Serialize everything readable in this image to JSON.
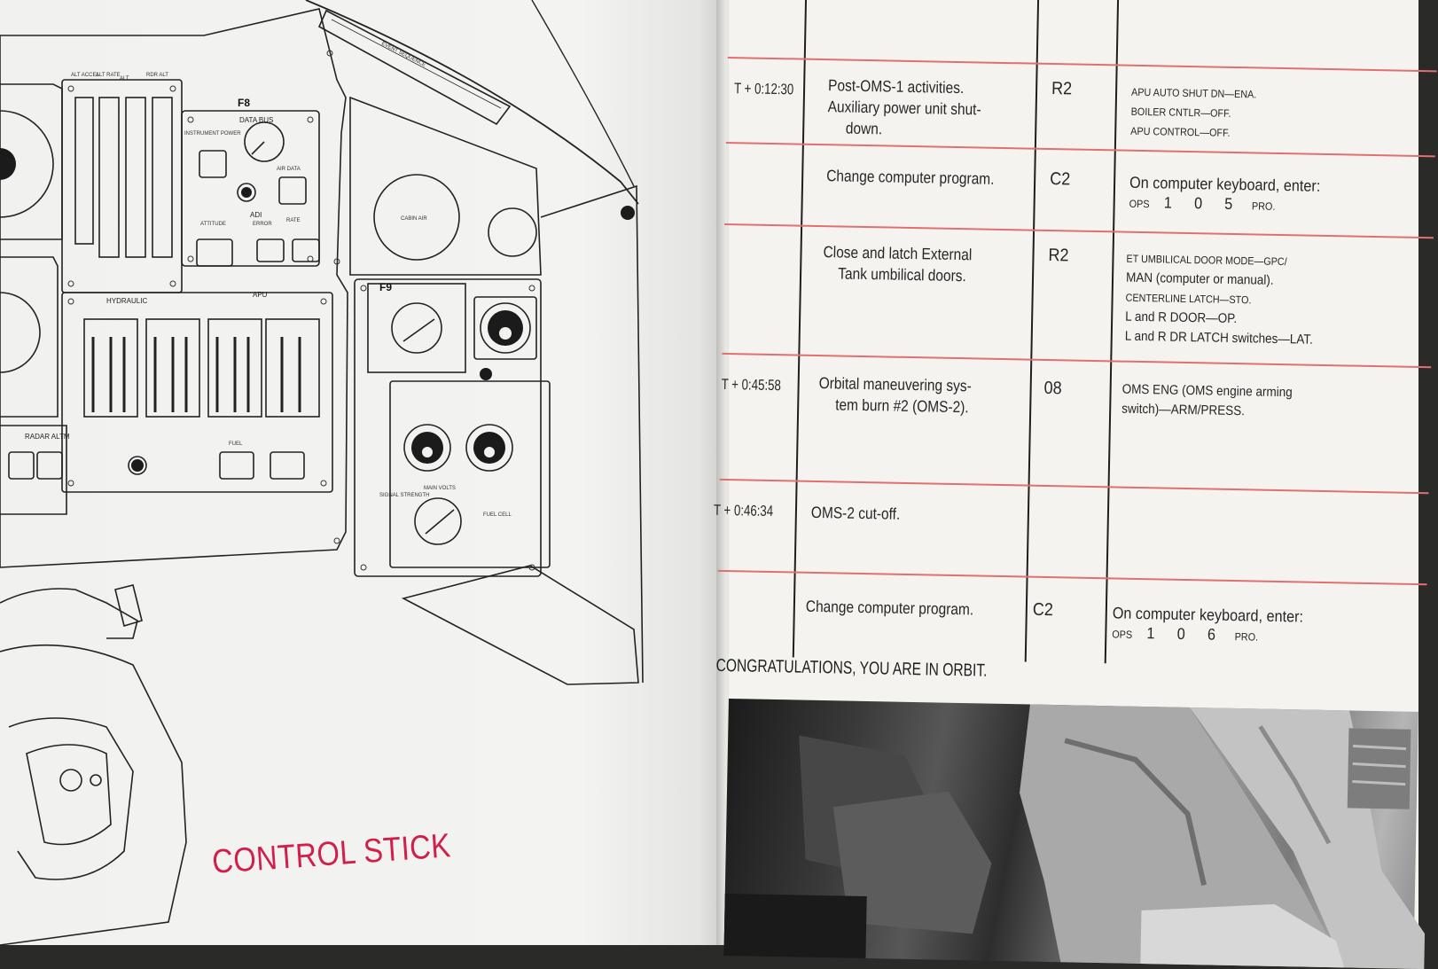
{
  "left_page": {
    "control_stick_label": "CONTROL STICK",
    "panel_labels": {
      "f8": "F8",
      "f9": "F9",
      "data_bus": "DATA BUS",
      "instrument_power": "INSTRUMENT POWER",
      "event_sequence": "EVENT SEQUENCE",
      "cabin_air": "CABIN AIR",
      "hydraulic": "HYDRAULIC",
      "apu": "APU",
      "fuel": "FUEL",
      "main_volts": "MAIN VOLTS",
      "radar_altm": "RADAR ALTM",
      "alt_accel": "ALT ACCEL",
      "alt_rate": "ALT RATE",
      "alt": "ALT",
      "rdr_alt": "RDR ALT",
      "adi": "ADI",
      "attitude": "ATTITUDE",
      "error": "ERROR",
      "rate": "RATE",
      "air_data": "AIR DATA",
      "signal_strength": "SIGNAL STRENGTH",
      "fuel_cell": "FUEL CELL"
    }
  },
  "checklist": {
    "rows": [
      {
        "time": "T + 0:12:30",
        "activity": [
          "Post-OMS-1 activities.",
          "Auxiliary power unit shut-",
          "down."
        ],
        "panel": "R2",
        "switches": [
          {
            "pre": "",
            "main": "APU AUTO SHUT DN",
            "post": "—ENA."
          },
          {
            "pre": "",
            "main": "BOILER CNTLR",
            "post": "—OFF."
          },
          {
            "pre": "",
            "main": "APU CONTROL",
            "post": "—OFF."
          }
        ]
      },
      {
        "time": "",
        "activity": [
          "Change computer program."
        ],
        "panel": "C2",
        "instruction": "On computer keyboard, enter:",
        "entry": {
          "ops": "OPS",
          "digits": "1  0  5",
          "pro": "PRO."
        }
      },
      {
        "time": "",
        "activity": [
          "Close and latch External",
          "Tank umbilical doors."
        ],
        "panel": "R2",
        "lines": [
          "ET UMBILICAL DOOR MODE—GPC/",
          "MAN (computer or manual).",
          "CENTERLINE LATCH—STO.",
          "L and R DOOR—OP.",
          "L and R DR LATCH switches—LAT."
        ]
      },
      {
        "time": "T + 0:45:58",
        "activity": [
          "Orbital maneuvering sys-",
          "tem burn #2 (OMS-2)."
        ],
        "panel": "08",
        "lines": [
          "OMS ENG (OMS engine arming",
          "switch)—ARM/PRESS."
        ]
      },
      {
        "time": "T + 0:46:34",
        "activity": [
          "OMS-2 cut-off."
        ],
        "panel": ""
      },
      {
        "time": "",
        "activity": [
          "Change computer program."
        ],
        "panel": "C2",
        "instruction": "On computer keyboard, enter:",
        "entry": {
          "ops": "OPS",
          "digits": "1  0  6",
          "pro": "PRO."
        }
      }
    ],
    "footer": "CONGRATULATIONS, YOU ARE IN ORBIT."
  },
  "colors": {
    "accent_red": "#d21f4a",
    "rule_red": "#e07070",
    "ink": "#1e1e1e"
  }
}
